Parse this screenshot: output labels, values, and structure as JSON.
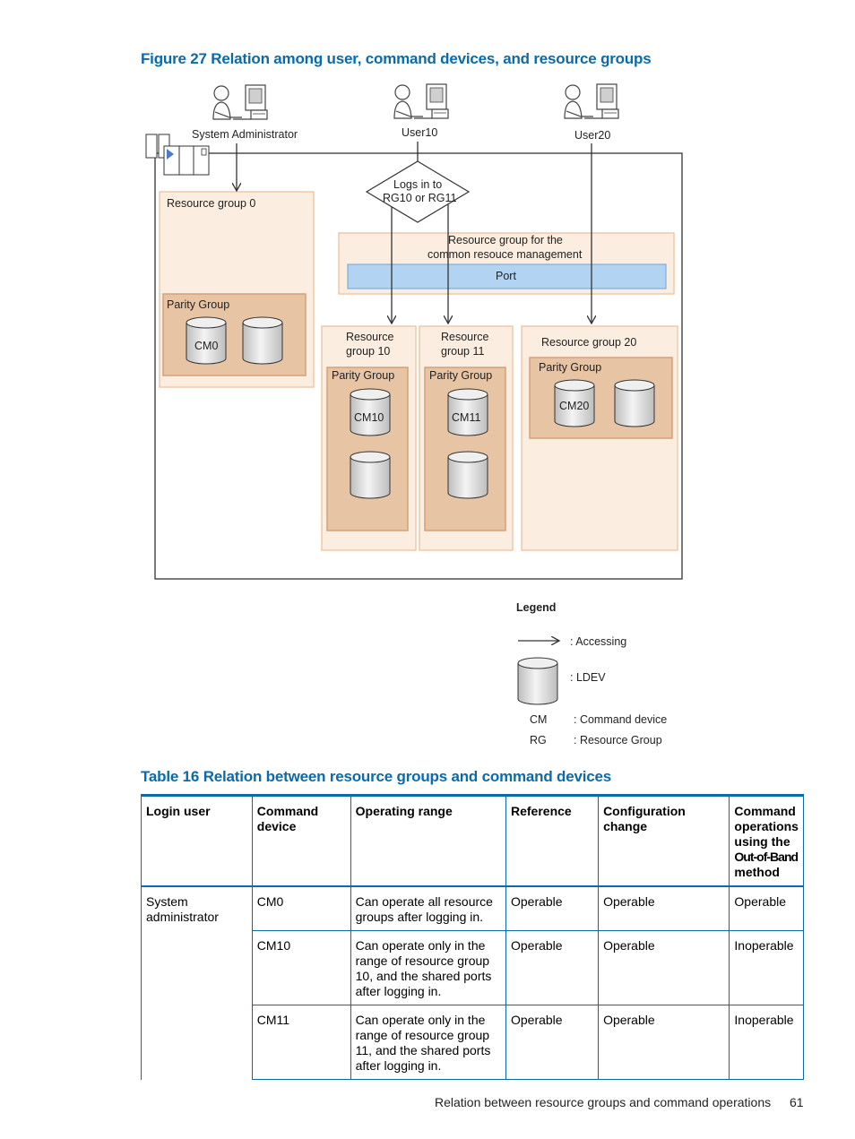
{
  "figure": {
    "caption": "Figure 27 Relation among user, command devices, and resource groups",
    "users": [
      "System Administrator",
      "User10",
      "User20"
    ],
    "login_note_1": "Logs in to",
    "login_note_2": "RG10 or RG11",
    "rg0": "Resource group 0",
    "common_1": "Resource group for the",
    "common_2": "common resouce management",
    "port": "Port",
    "rg10_1": "Resource",
    "rg10_2": "group 10",
    "rg11_1": "Resource",
    "rg11_2": "group 11",
    "rg20": "Resource group 20",
    "parity": "Parity Group",
    "cm0": "CM0",
    "cm10": "CM10",
    "cm11": "CM11",
    "cm20": "CM20",
    "legend": {
      "title": "Legend",
      "accessing": ": Accessing",
      "ldev": ": LDEV",
      "cm_abbr": "CM",
      "cm_desc": ": Command device",
      "rg_abbr": "RG",
      "rg_desc": ": Resource Group"
    }
  },
  "table": {
    "caption": "Table 16 Relation between resource groups and command devices",
    "headers": {
      "login_user": "Login user",
      "command_device": "Command device",
      "operating_range": "Operating range",
      "reference": "Reference",
      "configuration_change": "Configuration change",
      "oob_1": "Command operations using the",
      "oob_2": "Out-of-Band",
      "oob_3": "method"
    },
    "login_user": "System administrator",
    "rows": [
      {
        "device": "CM0",
        "range": "Can operate all resource groups after logging in.",
        "reference": "Operable",
        "config": "Operable",
        "oob": "Operable"
      },
      {
        "device": "CM10",
        "range": "Can operate only in the range of resource group 10, and the shared ports after logging in.",
        "reference": "Operable",
        "config": "Operable",
        "oob": "Inoperable"
      },
      {
        "device": "CM11",
        "range": "Can operate only in the range of resource group 11, and the shared ports after logging in.",
        "reference": "Operable",
        "config": "Operable",
        "oob": "Inoperable"
      }
    ]
  },
  "footer": {
    "text": "Relation between resource groups and command operations",
    "page": "61"
  }
}
